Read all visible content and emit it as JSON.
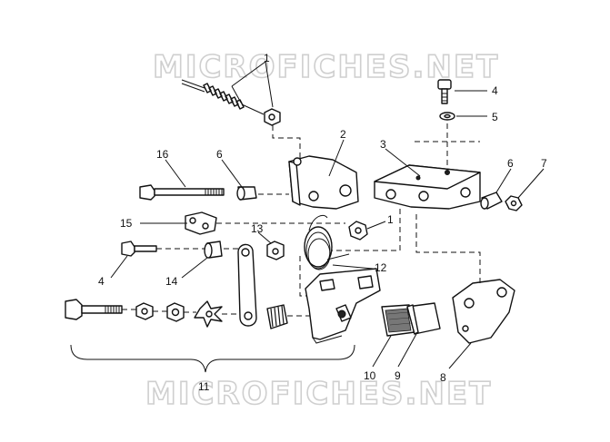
{
  "watermark": {
    "text": "MICROFICHES.NET"
  },
  "callouts": {
    "c1a": "1",
    "c1b": "1",
    "c2": "2",
    "c3": "3",
    "c4a": "4",
    "c4b": "4",
    "c5": "5",
    "c6a": "6",
    "c6b": "6",
    "c7": "7",
    "c8": "8",
    "c9": "9",
    "c10": "10",
    "c11": "11",
    "c12": "12",
    "c13": "13",
    "c14": "14",
    "c15": "15",
    "c16": "16"
  },
  "colors": {
    "ink": "#111111",
    "watermark_outline": "#cfcfcf"
  }
}
